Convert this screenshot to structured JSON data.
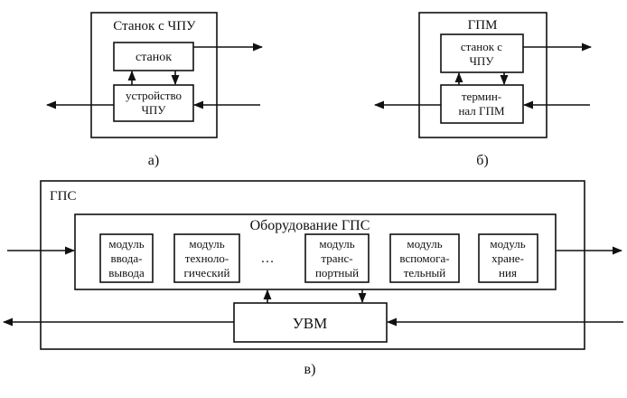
{
  "panel_a": {
    "title": "Станок с ЧПУ",
    "top_block": "станок",
    "bottom_block": [
      "устройство",
      "ЧПУ"
    ],
    "caption": "а)"
  },
  "panel_b": {
    "title": "ГПМ",
    "top_block": [
      "станок с",
      "ЧПУ"
    ],
    "bottom_block": [
      "термин-",
      "нал ГПМ"
    ],
    "caption": "б)"
  },
  "panel_c": {
    "title": "ГПС",
    "equipment_title": "Оборудование ГПС",
    "modules": [
      [
        "модуль",
        "ввода-",
        "вывода"
      ],
      [
        "модуль",
        "техноло-",
        "гический"
      ],
      [
        "модуль",
        "транс-",
        "портный"
      ],
      [
        "модуль",
        "вспомога-",
        "тельный"
      ],
      [
        "модуль",
        "хране-",
        "ния"
      ]
    ],
    "ellipsis": "…",
    "uvm_block": "УВМ",
    "caption": "в)"
  }
}
